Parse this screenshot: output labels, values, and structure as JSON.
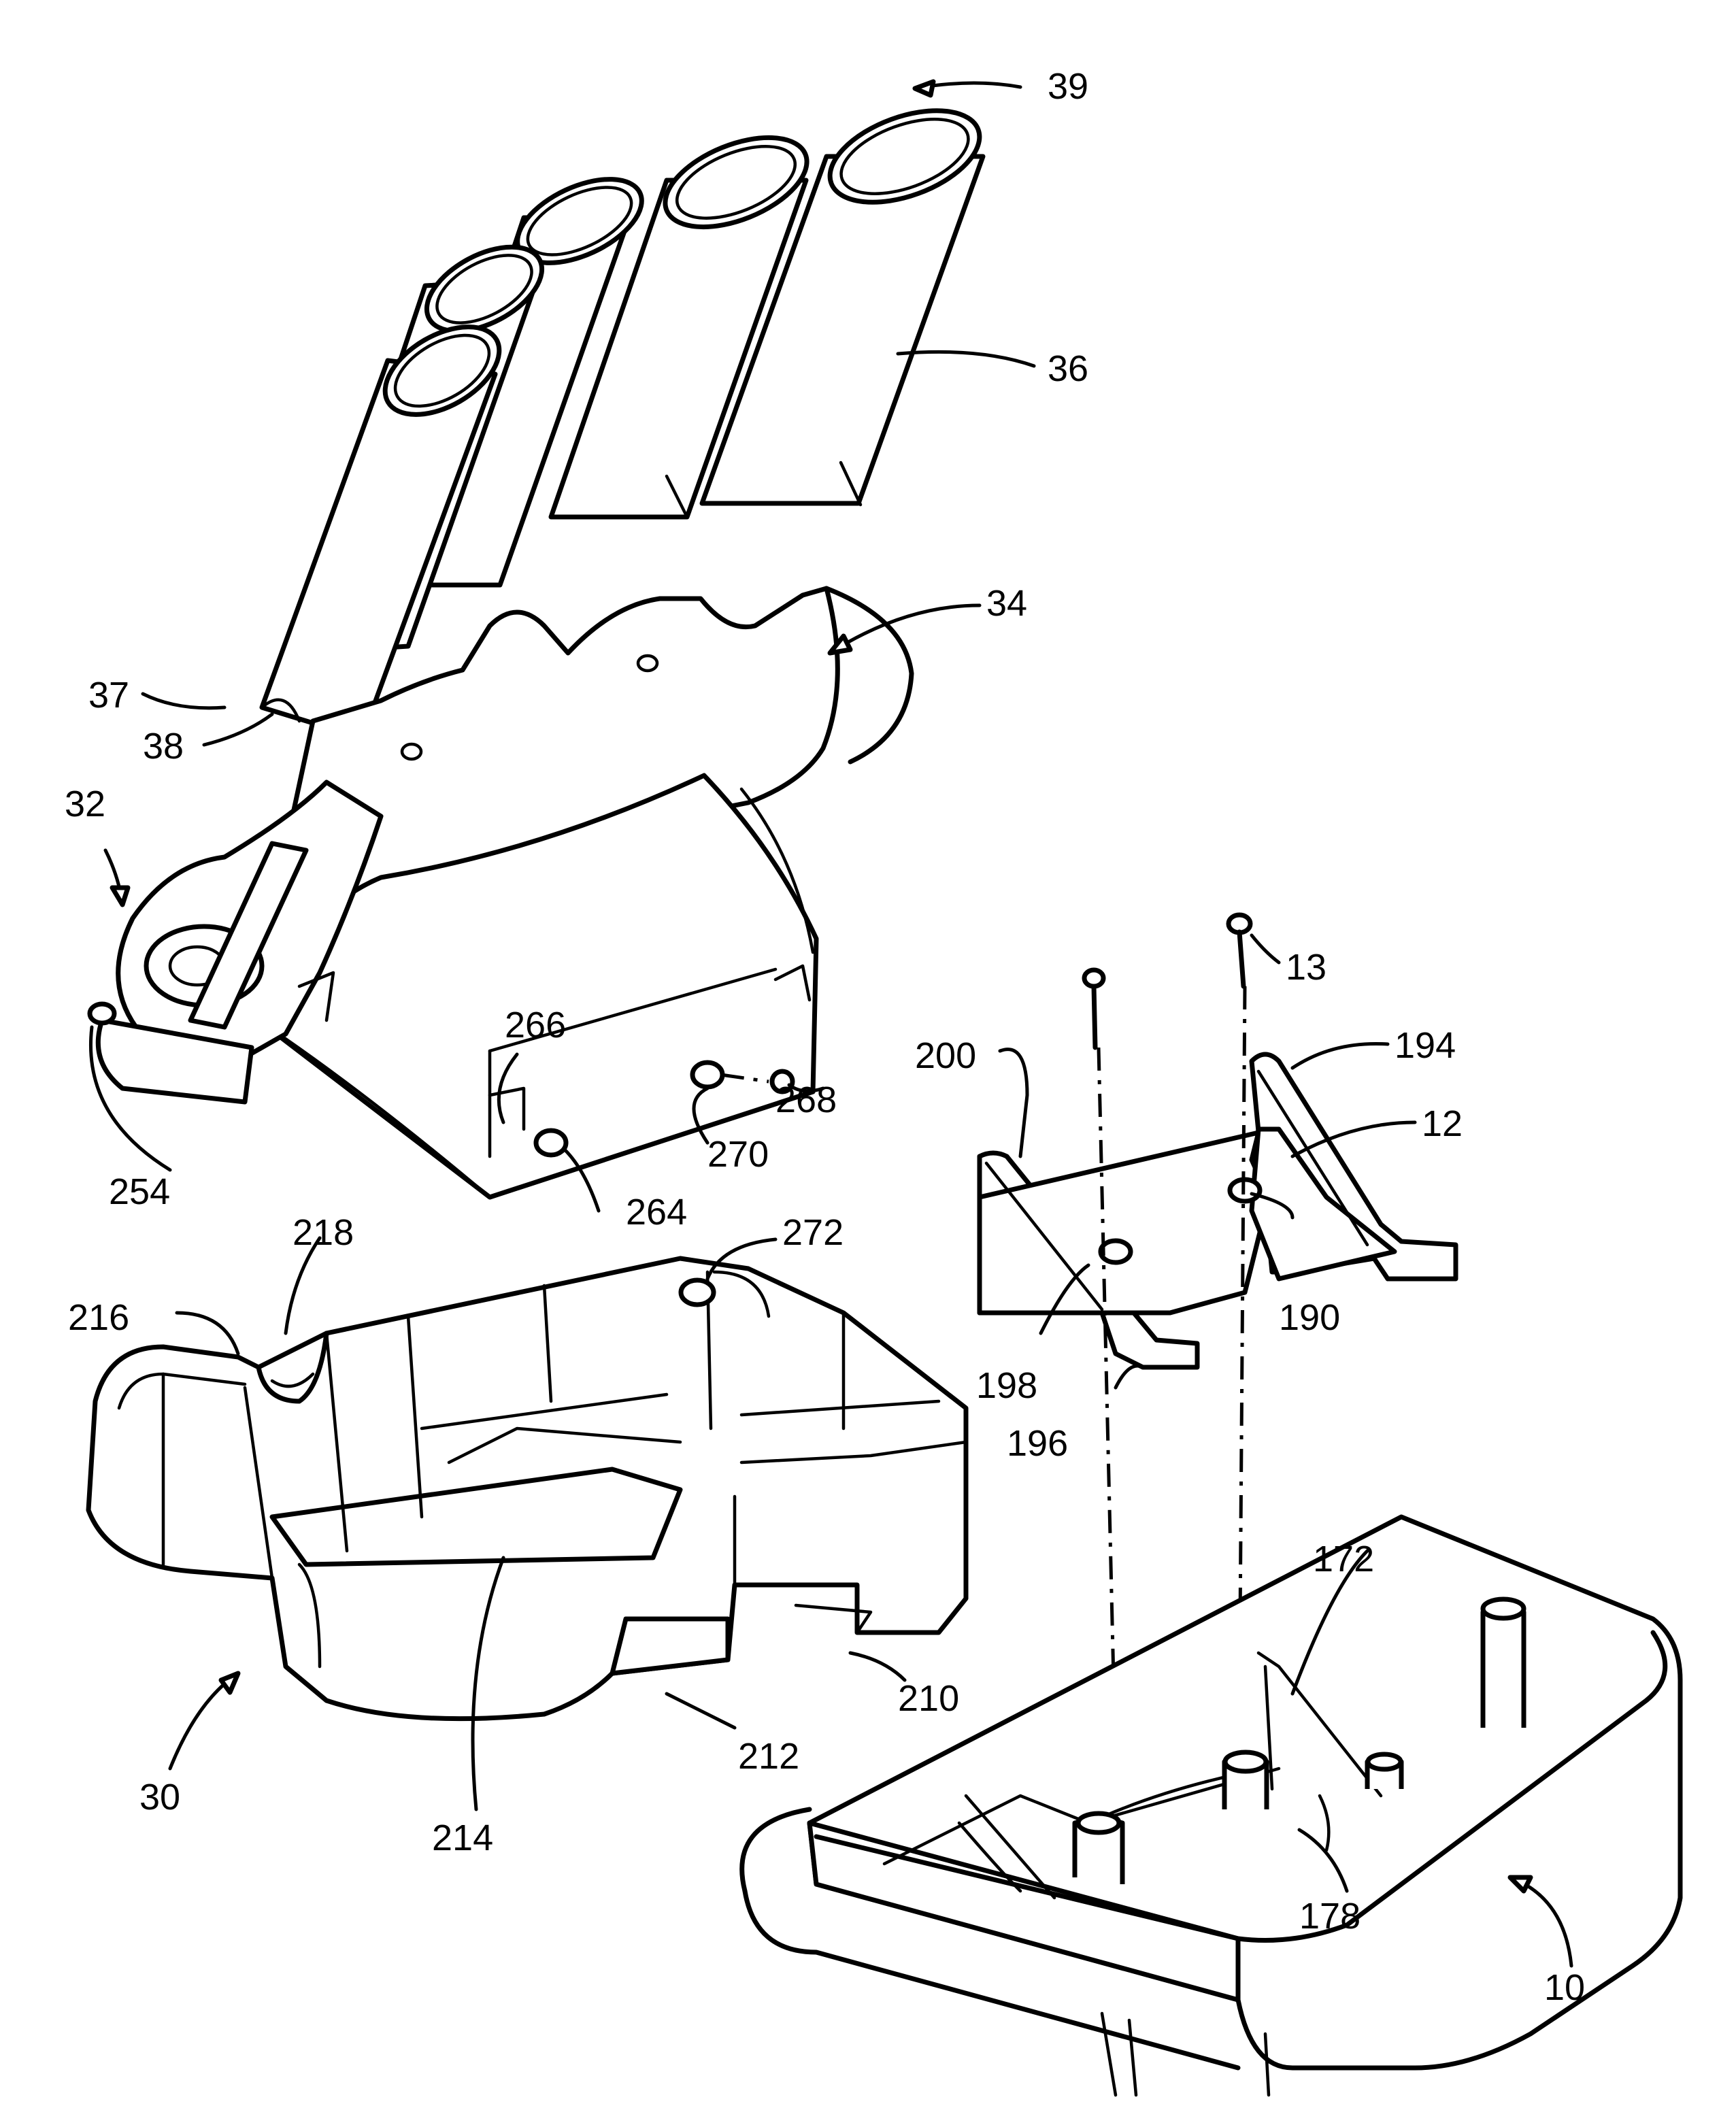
{
  "figure": {
    "refs": {
      "r39": "39",
      "r36": "36",
      "r34": "34",
      "r37": "37",
      "r38": "38",
      "r32": "32",
      "r254": "254",
      "r266": "266",
      "r268": "268",
      "r270": "270",
      "r264": "264",
      "r13": "13",
      "r200": "200",
      "r194": "194",
      "r12": "12",
      "r190": "190",
      "r198": "198",
      "r196": "196",
      "r218": "218",
      "r272": "272",
      "r216": "216",
      "r210": "210",
      "r212": "212",
      "r30": "30",
      "r214": "214",
      "r172": "172",
      "r178": "178",
      "r10": "10"
    }
  }
}
